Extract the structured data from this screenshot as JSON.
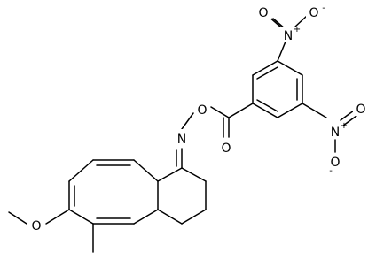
{
  "molecule": {
    "atoms": {
      "N_oxime": "N",
      "O_oxime": "O",
      "O_carbonyl": "O",
      "O_methoxy": "O",
      "N_nitro_top": "N",
      "N_nitro_top_charge": "+",
      "O_nitro_top_left": "O",
      "O_nitro_top_right": "O",
      "O_nitro_top_right_charge": "-",
      "N_nitro_right": "N",
      "N_nitro_right_charge": "+",
      "O_nitro_right_top": "O",
      "O_nitro_right_bottom": "O",
      "O_nitro_right_bottom_charge": "-"
    }
  }
}
